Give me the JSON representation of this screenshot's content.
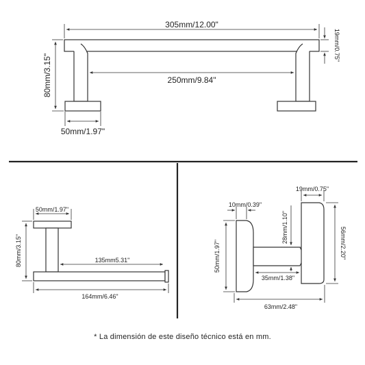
{
  "top_view": {
    "total_length": "305mm/12.00\"",
    "bar_thickness": "19mm/0.75\"",
    "height": "80mm/3.15\"",
    "inner_length": "250mm/9.84\"",
    "base_width": "50mm/1.97\""
  },
  "side_view": {
    "base_width": "50mm/1.97\"",
    "height": "80mm/3.15\"",
    "arm_length": "135mm5.31\"",
    "total_length": "164mm/6.46\""
  },
  "detail_view": {
    "plate_thickness": "10mm/0.39\"",
    "plate_height": "50mm/1.97\"",
    "arm_height": "28mm/1.10\"",
    "arm_depth": "35mm/1.38\"",
    "total_depth": "63mm/2.48\"",
    "bar_width": "19mm/0.75\"",
    "bar_height": "56mm/2.20\""
  },
  "footnote": "* La dimensión de este diseño técnico está en mm."
}
